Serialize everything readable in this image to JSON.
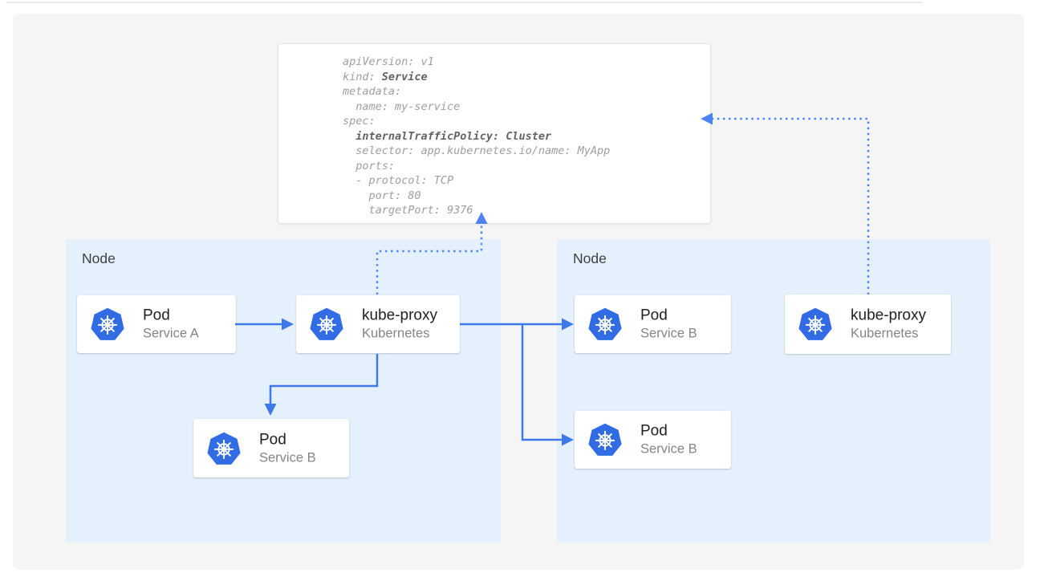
{
  "colors": {
    "page-bg": "#ffffff",
    "panel-bg": "#f5f5f6",
    "node-bg": "#e4f1fc",
    "rule-gray": "#e8eaed",
    "card-border": "#e3e3e3",
    "arrow-solid": "#3d7ae8",
    "arrow-dotted": "#4d84f1",
    "k8s-blue": "#326ce5",
    "code-gray": "#9e9e9e",
    "code-dark": "#5f6368",
    "label-dark": "#3c4043"
  },
  "yaml": {
    "lines": [
      {
        "segments": [
          {
            "text": "apiVersion: v1",
            "bold": false
          }
        ]
      },
      {
        "segments": [
          {
            "text": "kind: ",
            "bold": false
          },
          {
            "text": "Service",
            "bold": true
          }
        ]
      },
      {
        "segments": [
          {
            "text": "metadata:",
            "bold": false
          }
        ]
      },
      {
        "segments": [
          {
            "text": "  name: my-service",
            "bold": false
          }
        ]
      },
      {
        "segments": [
          {
            "text": "spec:",
            "bold": false
          }
        ]
      },
      {
        "segments": [
          {
            "text": "  ",
            "bold": false
          },
          {
            "text": "internalTrafficPolicy: Cluster",
            "bold": true
          }
        ]
      },
      {
        "segments": [
          {
            "text": "  selector: app.kubernetes.io/name: MyApp",
            "bold": false
          }
        ]
      },
      {
        "segments": [
          {
            "text": "  ports:",
            "bold": false
          }
        ]
      },
      {
        "segments": [
          {
            "text": "  - protocol: TCP",
            "bold": false
          }
        ]
      },
      {
        "segments": [
          {
            "text": "    port: 80",
            "bold": false
          }
        ]
      },
      {
        "segments": [
          {
            "text": "    targetPort: 9376",
            "bold": false
          }
        ]
      }
    ]
  },
  "nodes": [
    {
      "label": "Node"
    },
    {
      "label": "Node"
    }
  ],
  "cards": [
    {
      "icon": "kubernetes-logo-icon",
      "title": "Pod",
      "subtitle": "Service A"
    },
    {
      "icon": "kubernetes-logo-icon",
      "title": "kube-proxy",
      "subtitle": "Kubernetes"
    },
    {
      "icon": "kubernetes-logo-icon",
      "title": "Pod",
      "subtitle": "Service B"
    },
    {
      "icon": "kubernetes-logo-icon",
      "title": "Pod",
      "subtitle": "Service B"
    },
    {
      "icon": "kubernetes-logo-icon",
      "title": "Pod",
      "subtitle": "Service B"
    },
    {
      "icon": "kubernetes-logo-icon",
      "title": "kube-proxy",
      "subtitle": "Kubernetes"
    }
  ]
}
